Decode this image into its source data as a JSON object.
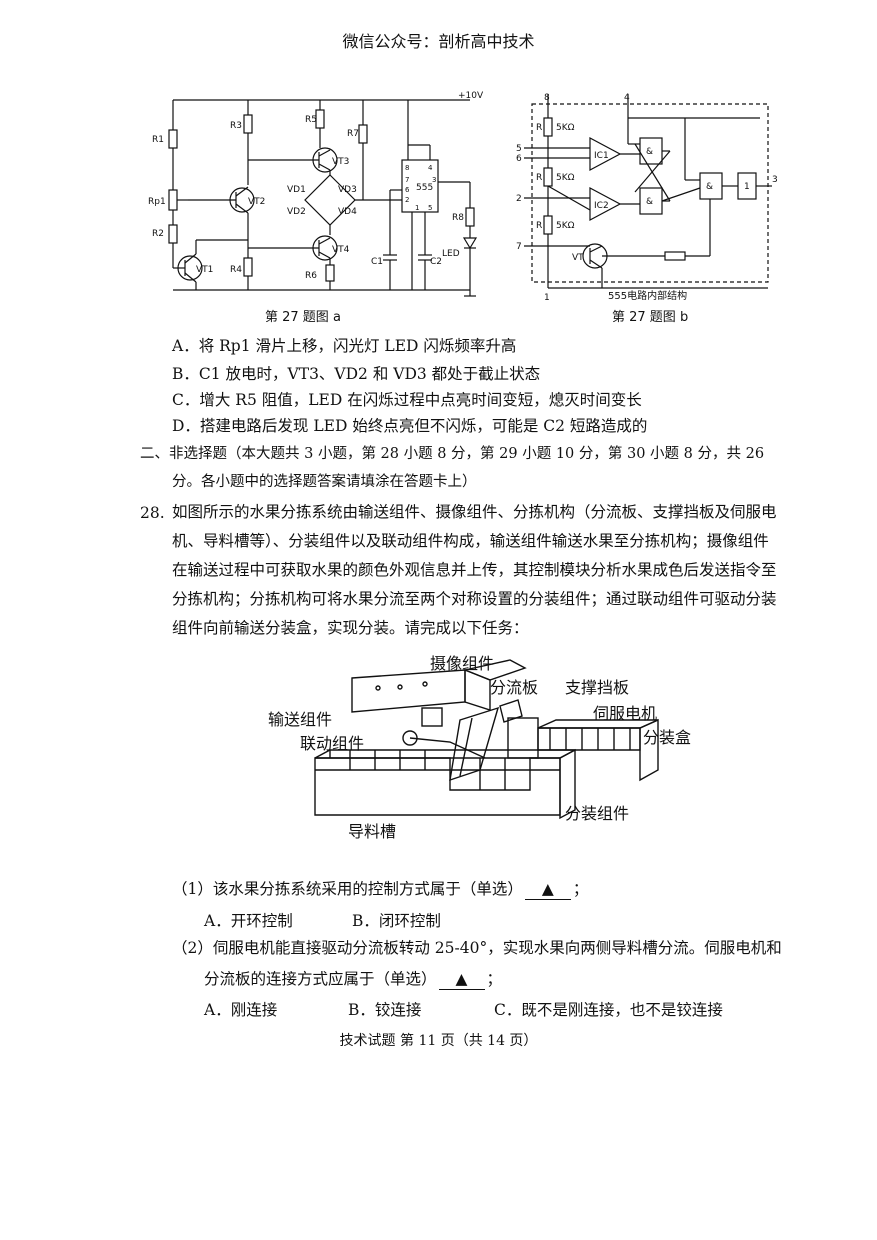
{
  "header": {
    "text": "微信公众号：剖析高中技术"
  },
  "figure_a": {
    "caption": "第 27 题图 a",
    "labels": {
      "vcc": "+10V",
      "r1": "R1",
      "rp1": "Rp1",
      "r2": "R2",
      "vt1": "VT1",
      "r3": "R3",
      "vt2": "VT2",
      "r4": "R4",
      "r5": "R5",
      "r6": "R6",
      "r7": "R7",
      "vt3": "VT3",
      "vt4": "VT4",
      "vd1": "VD1",
      "vd2": "VD2",
      "vd3": "VD3",
      "vd4": "VD4",
      "c1": "C1",
      "c2": "C2",
      "r8": "R8",
      "led": "LED",
      "ic": "555",
      "pin8": "8",
      "pin4": "4",
      "pin7": "7",
      "pin6": "6",
      "pin2": "2",
      "pin3": "3",
      "pin1": "1",
      "pin5": "5"
    }
  },
  "figure_b": {
    "caption": "第 27 题图 b",
    "title": "555电路内部结构",
    "labels": {
      "pin8": "8",
      "pin4": "4",
      "pin5": "5",
      "pin6": "6",
      "pin2": "2",
      "pin7": "7",
      "pin1": "1",
      "pin3": "3",
      "r_a": "R",
      "r_b": "R",
      "r_c": "R",
      "res": "5KΩ",
      "res_b": "5KΩ",
      "res_c": "5KΩ",
      "ic1": "IC1",
      "ic2": "IC2",
      "amp1": "&",
      "amp2": "&",
      "amp3": "&",
      "not": "1",
      "vt": "VT"
    }
  },
  "options_27": [
    "A．将 Rp1 滑片上移，闪光灯 LED 闪烁频率升高",
    "B．C1 放电时，VT3、VD2 和 VD3 都处于截止状态",
    "C．增大 R5 阻值，LED 在闪烁过程中点亮时间变短，熄灭时间变长",
    "D．搭建电路后发现 LED 始终点亮但不闪烁，可能是 C2 短路造成的"
  ],
  "section2": {
    "line1": "二、非选择题（本大题共 3 小题，第 28 小题 8 分，第 29 小题 10 分，第 30 小题 8 分，共 26",
    "line2": "分。各小题中的选择题答案请填涂在答题卡上）"
  },
  "q28": {
    "number": "28.",
    "text": "如图所示的水果分拣系统由输送组件、摄像组件、分拣机构（分流板、支撑挡板及伺服电机、导料槽等）、分装组件以及联动组件构成，输送组件输送水果至分拣机构；摄像组件在输送过程中可获取水果的颜色外观信息并上传，其控制模块分析水果成色后发送指令至分拣机构；分拣机构可将水果分流至两个对称设置的分装组件；通过联动组件可驱动分装组件向前输送分装盒，实现分装。请完成以下任务：",
    "figure_labels": {
      "camera": "摄像组件",
      "diverter": "分流板",
      "support": "支撑挡板",
      "servo": "伺服电机",
      "conveyor": "输送组件",
      "linkage": "联动组件",
      "box": "分装盒",
      "chute": "导料槽",
      "packing": "分装组件"
    },
    "sub1": {
      "text": "（1）该水果分拣系统采用的控制方式属于（单选）",
      "blank": "▲",
      "end": "；",
      "opt_a": "A．开环控制",
      "opt_b": "B．闭环控制"
    },
    "sub2": {
      "line1": "（2）伺服电机能直接驱动分流板转动 25-40°，实现水果向两侧导料槽分流。伺服电机和",
      "line2": "分流板的连接方式应属于（单选）",
      "blank": "▲",
      "end": "；",
      "opt_a": "A．刚连接",
      "opt_b": "B．铰连接",
      "opt_c": "C．既不是刚连接，也不是铰连接"
    }
  },
  "footer": {
    "text": "技术试题  第 11 页（共 14 页）"
  }
}
